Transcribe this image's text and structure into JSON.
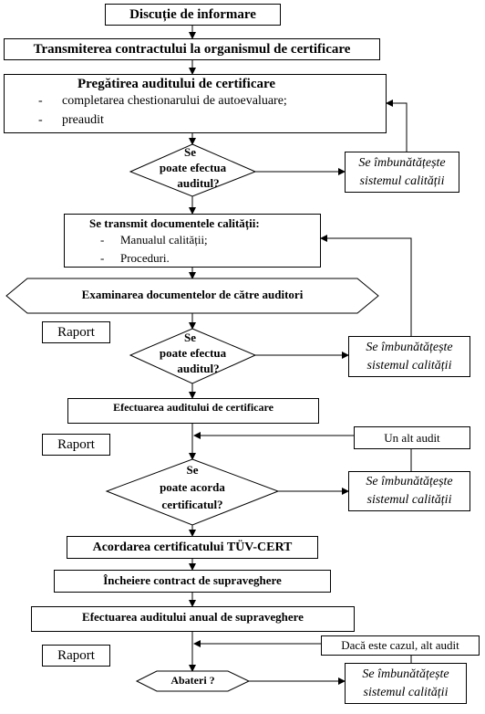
{
  "steps": {
    "discutie": "Discuție de informare",
    "transmiterea": "Transmiterea contractului la organismul de certificare",
    "pregatirea_title": "Pregătirea auditului de certificare",
    "pregatirea_items": [
      "completarea chestionarului de autoevaluare;",
      "preaudit"
    ],
    "documente_title": "Se transmit documentele calității:",
    "documente_items": [
      "Manualul calității;",
      "Proceduri."
    ],
    "examinarea": "Examinarea documentelor de către auditori",
    "efectuarea_cert": "Efectuarea auditului de certificare",
    "acordarea": "Acordarea certificatului TÜV-CERT",
    "incheiere": "Încheiere contract de supraveghere",
    "efectuarea_anual": "Efectuarea auditului anual de supraveghere"
  },
  "decisions": {
    "d1": [
      "Se",
      "poate efectua",
      "auditul?"
    ],
    "d2": [
      "Se",
      "poate efectua",
      "auditul?"
    ],
    "d3": [
      "Se",
      "poate acorda",
      "certificatul?"
    ],
    "d4": "Abateri ?"
  },
  "improve_label": [
    "Se îmbunătățește",
    "sistemul calității"
  ],
  "raport": "Raport",
  "un_alt_audit": "Un alt audit",
  "daca_alt_audit": "Dacă este cazul, alt audit",
  "bullet_dash": "-"
}
